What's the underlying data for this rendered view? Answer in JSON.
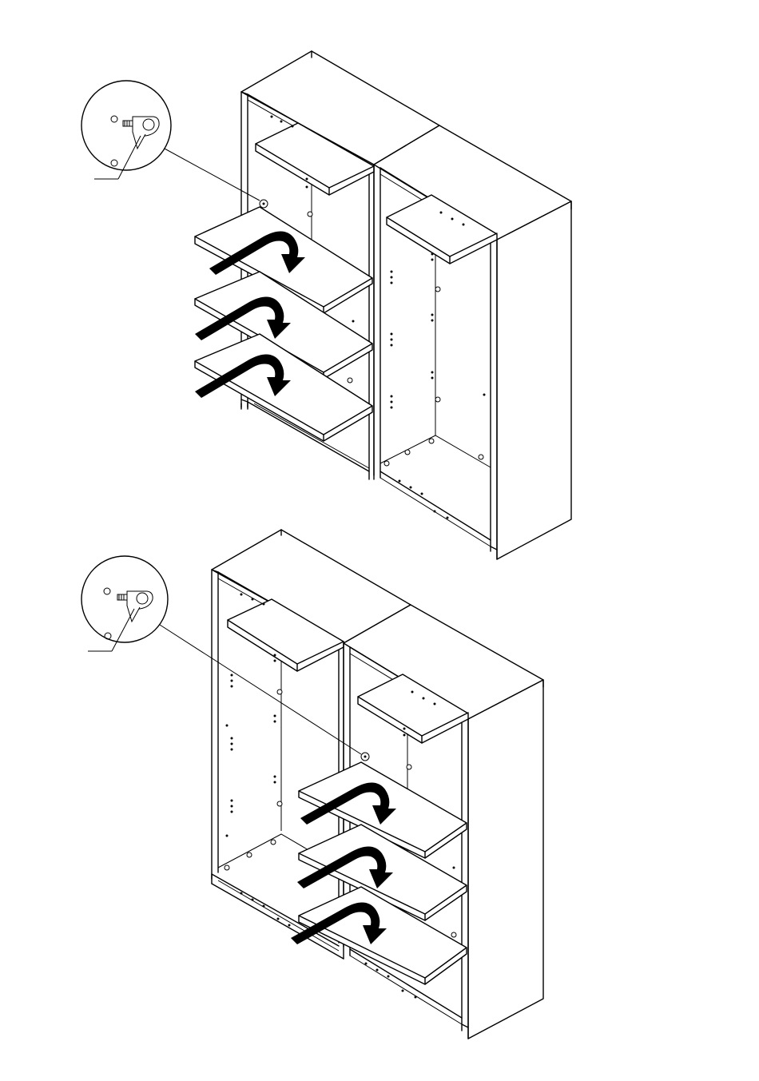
{
  "diagram": {
    "steps": [
      {
        "id": "left-section",
        "shelves": 3
      },
      {
        "id": "right-section",
        "shelves": 3
      }
    ],
    "parts": {
      "shelf_support_pin": {
        "icon": "shelf-pin-icon"
      },
      "wardrobe": {
        "icon": "wardrobe-icon"
      },
      "insert_arrow": {
        "icon": "curved-arrow-icon"
      }
    },
    "colors": {
      "line": "#000000",
      "background": "#ffffff"
    }
  }
}
